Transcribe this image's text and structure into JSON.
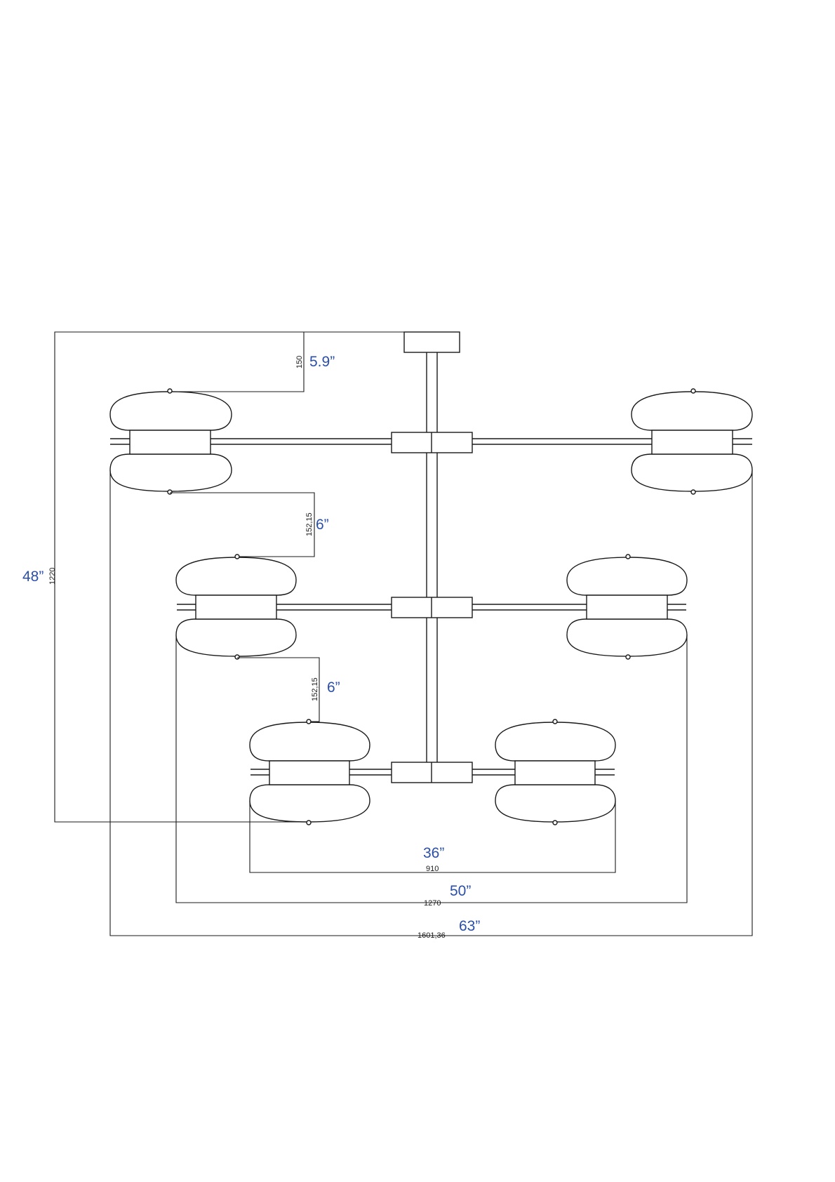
{
  "dimensions": {
    "canopy_drop": {
      "imperial": "5.9”",
      "metric": "150"
    },
    "tier_gap_upper": {
      "imperial": "6”",
      "metric": "152,15"
    },
    "tier_gap_lower": {
      "imperial": "6”",
      "metric": "152,15"
    },
    "overall_height": {
      "imperial": "48”",
      "metric": "1220"
    },
    "width_bottom_tier": {
      "imperial": "36”",
      "metric": "910"
    },
    "width_middle_tier": {
      "imperial": "50”",
      "metric": "1270"
    },
    "width_top_tier": {
      "imperial": "63”",
      "metric": "1601,36"
    }
  }
}
